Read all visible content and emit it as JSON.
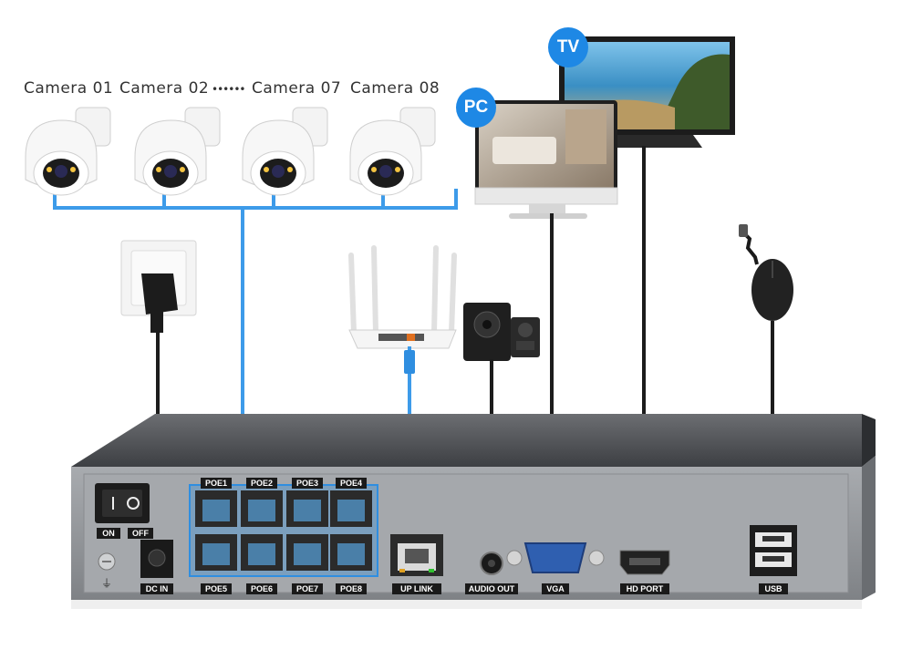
{
  "cameras": {
    "labels": [
      "Camera 01",
      "Camera 02",
      "Camera 07",
      "Camera 08"
    ],
    "separator": "••••••"
  },
  "devices": {
    "pc_badge": "PC",
    "tv_badge": "TV"
  },
  "nvr_ports": {
    "on": "ON",
    "off": "OFF",
    "dc_in": "DC IN",
    "poe_top": [
      "POE1",
      "POE2",
      "POE3",
      "POE4"
    ],
    "poe_bottom": [
      "POE5",
      "POE6",
      "POE7",
      "POE8"
    ],
    "uplink": "UP LINK",
    "audio_out": "AUDIO OUT",
    "vga": "VGA",
    "hd_port": "HD PORT",
    "usb": "USB"
  },
  "colors": {
    "cable_blue": "#3d9be9",
    "cable_black": "#1c1c1c",
    "badge_blue": "#1e88e5",
    "nvr_body": "#8f9296"
  }
}
